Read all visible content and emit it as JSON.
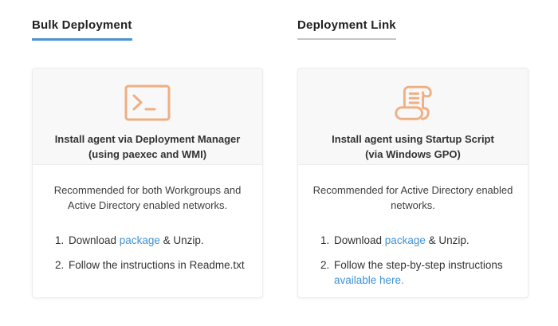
{
  "tabs": [
    {
      "label": "Bulk Deployment",
      "active": true
    },
    {
      "label": "Deployment Link",
      "active": false
    }
  ],
  "cards": [
    {
      "icon": "terminal-icon",
      "title_line1": "Install agent via Deployment Manager",
      "title_line2": "(using paexec and WMI)",
      "description": "Recommended for both Workgroups and Active Directory enabled networks.",
      "steps": [
        {
          "num": "1.",
          "pre": "Download ",
          "link": "package",
          "post": " & Unzip."
        },
        {
          "num": "2.",
          "pre": "Follow the instructions in Readme.txt"
        }
      ]
    },
    {
      "icon": "scroll-icon",
      "title_line1": "Install agent using Startup Script",
      "title_line2": "(via Windows GPO)",
      "description": "Recommended for Active Directory enabled networks.",
      "steps": [
        {
          "num": "1.",
          "pre": "Download ",
          "link": "package",
          "post": " & Unzip."
        },
        {
          "num": "2.",
          "pre": "Follow the step-by-step instructions ",
          "link": "available here.",
          "post": ""
        }
      ]
    }
  ],
  "colors": {
    "accent_blue": "#4892d6",
    "link_blue": "#3e92d4",
    "icon_orange": "#f0ae83",
    "inactive_underline": "#c5c5c5",
    "card_header_bg": "#f8f8f8"
  }
}
